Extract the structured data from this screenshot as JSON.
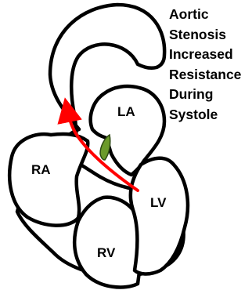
{
  "caption_lines": [
    "Aortic",
    "Stenosis",
    "Increased",
    "Resistance",
    "During",
    "Systole"
  ],
  "labels": {
    "la": "LA",
    "ra": "RA",
    "lv": "LV",
    "rv": "RV"
  },
  "colors": {
    "outline": "#000000",
    "arrow": "#ff0000",
    "valve": "#6b9a2a"
  },
  "arrow_direction": "upward along the left ventricular outflow tract into the aorta",
  "valve_state": "narrowed (stenotic) aortic valve"
}
